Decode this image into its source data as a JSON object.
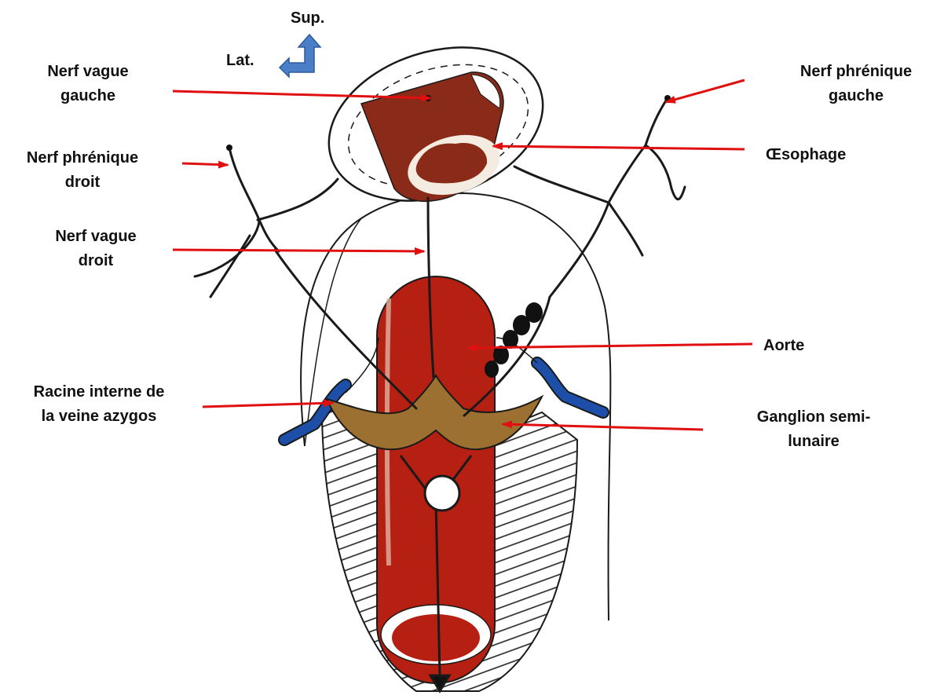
{
  "orientation": {
    "sup": "Sup.",
    "lat": "Lat."
  },
  "labels": {
    "nerf_vague_gauche": "Nerf vague\ngauche",
    "nerf_phrenique_gauche": "Nerf phrénique\ngauche",
    "oesophage": "Œsophage",
    "nerf_phrenique_droit": "Nerf phrénique\ndroit",
    "nerf_vague_droit": "Nerf vague\ndroit",
    "aorte": "Aorte",
    "racine_azygos": "Racine interne de\nla veine azygos",
    "ganglion_semilunaire": "Ganglion semi-\nlunaire"
  },
  "colors": {
    "arrow": "#e01010",
    "aorta": "#b52012",
    "esophagus": "#8a2a18",
    "ganglion": "#9b7030",
    "azygos_vein": "#1e4fa8",
    "orientation_arrow": "#4a7fc8"
  }
}
